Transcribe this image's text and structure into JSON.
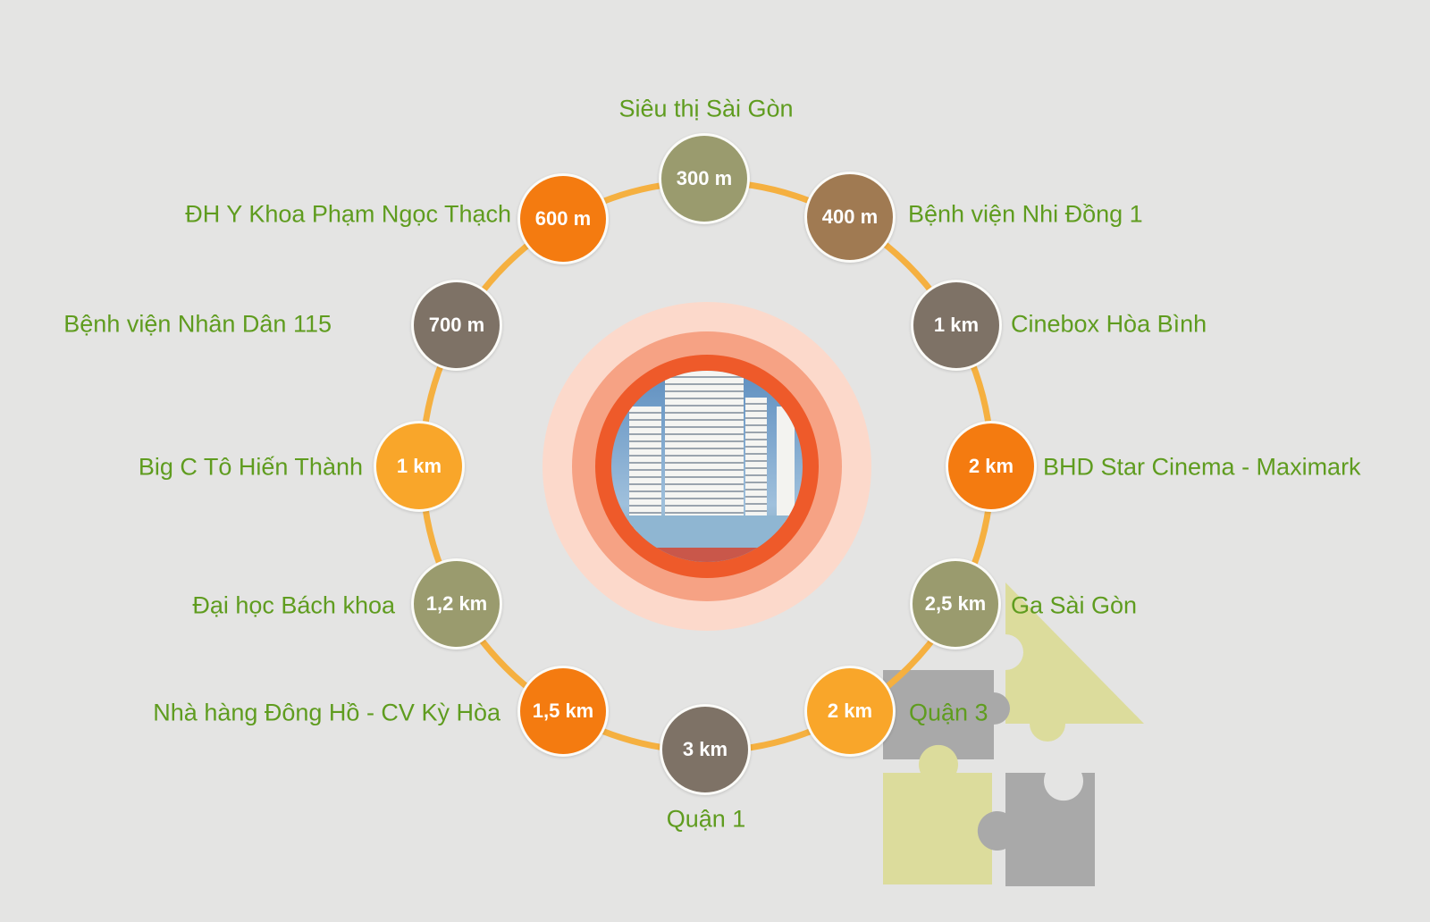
{
  "center": {
    "image": "building-photo"
  },
  "colors": {
    "ring": "#f5b040",
    "label": "#5f9c1f",
    "olive": "#9a9b6e",
    "brown": "#a07a52",
    "gray": "#7e7266",
    "orange": "#f47b10",
    "amber": "#f9a62a"
  },
  "places": [
    {
      "distance": "300 m",
      "name": "Siêu thị Sài Gòn"
    },
    {
      "distance": "400 m",
      "name": "Bệnh viện Nhi Đồng 1"
    },
    {
      "distance": "1 km",
      "name": "Cinebox Hòa Bình"
    },
    {
      "distance": "2 km",
      "name": "BHD Star Cinema - Maximark"
    },
    {
      "distance": "2,5 km",
      "name": "Ga Sài Gòn"
    },
    {
      "distance": "2 km",
      "name": "Quận 3"
    },
    {
      "distance": "3 km",
      "name": "Quận 1"
    },
    {
      "distance": "1,5 km",
      "name": "Nhà hàng Đông Hồ - CV Kỳ Hòa"
    },
    {
      "distance": "1,2 km",
      "name": "Đại học Bách khoa"
    },
    {
      "distance": "1 km",
      "name": "Big C Tô Hiến Thành"
    },
    {
      "distance": "700 m",
      "name": "Bệnh viện Nhân Dân 115"
    },
    {
      "distance": "600 m",
      "name": "ĐH Y Khoa Phạm Ngọc Thạch"
    }
  ]
}
